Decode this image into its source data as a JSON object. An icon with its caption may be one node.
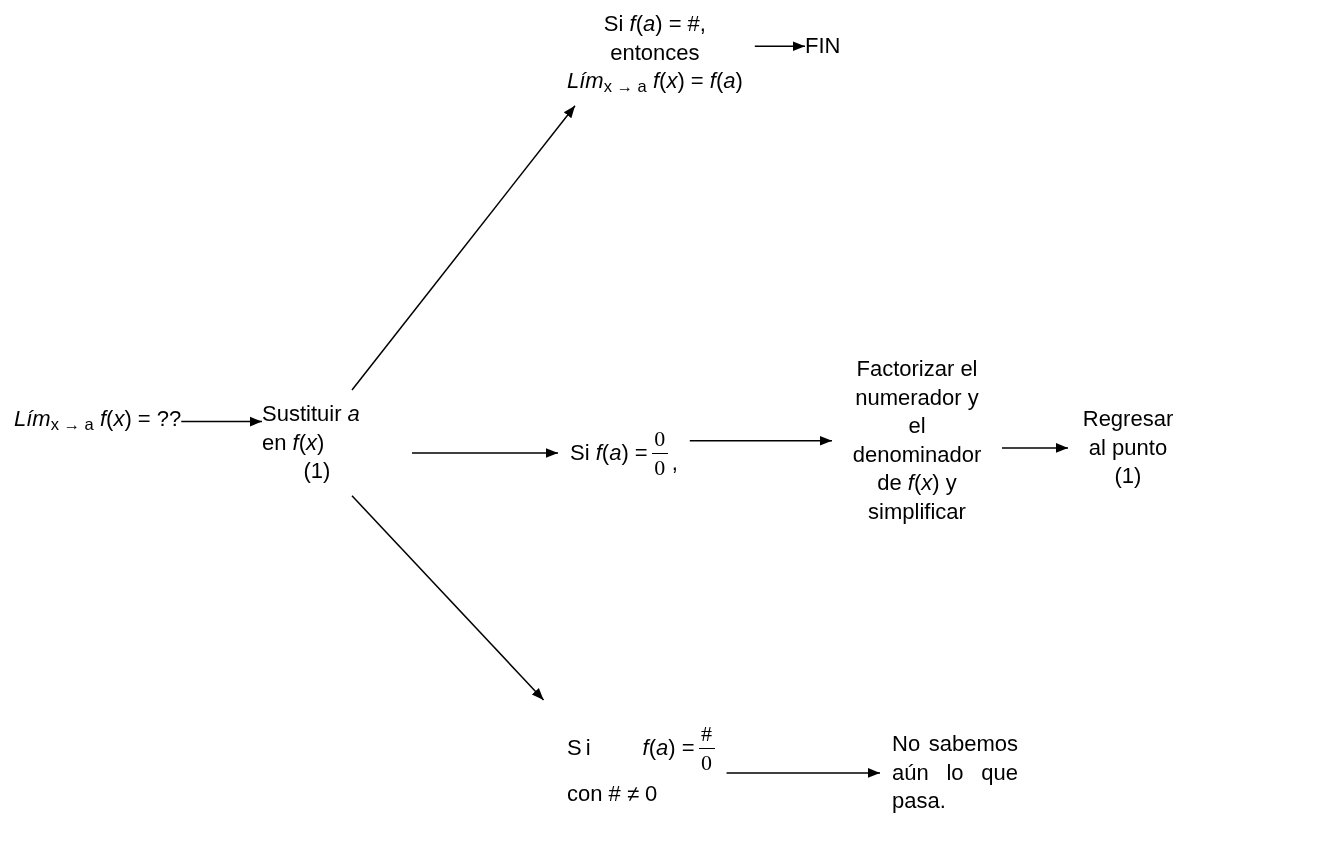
{
  "diagram": {
    "nodes": [
      {
        "text": [
          "*Lím*$_{x → a}$ *f*(*x*) = ??"
        ]
      },
      {
        "text": [
          "Sustituir *a* en *f*(*x*)",
          "(1)"
        ]
      },
      {
        "text": [
          "Si *f*(*a*) = #,",
          "entonces",
          "*Lím*$_{x → a}$ *f*(*x*) = *f*(*a*)"
        ]
      },
      {
        "text": [
          "FIN"
        ]
      },
      {
        "text": [
          "Si *f*(*a*) =",
          "0",
          "0",
          ","
        ]
      },
      {
        "text": [
          "Factorizar el numerador y el denominador de *f*(*x*) y simplificar"
        ]
      },
      {
        "text": [
          "Regresar al punto (1)"
        ]
      },
      {
        "text": [
          "Si",
          "*f*(*a*) =",
          "#",
          "0",
          "con # ≠ 0"
        ]
      },
      {
        "text": [
          "No sabemos aún lo que pasa."
        ]
      }
    ],
    "edges": [
      {
        "from": 0,
        "to": 1,
        "arrow": "to"
      },
      {
        "from": 1,
        "to": 2,
        "arrow": "to"
      },
      {
        "from": 2,
        "to": 3,
        "arrow": "to"
      },
      {
        "from": 1,
        "to": 4,
        "arrow": "to"
      },
      {
        "from": 4,
        "to": 5,
        "arrow": "to"
      },
      {
        "from": 5,
        "to": 6,
        "arrow": "to"
      },
      {
        "from": 1,
        "to": 7,
        "arrow": "to"
      },
      {
        "from": 7,
        "to": 8,
        "arrow": "to"
      }
    ]
  }
}
